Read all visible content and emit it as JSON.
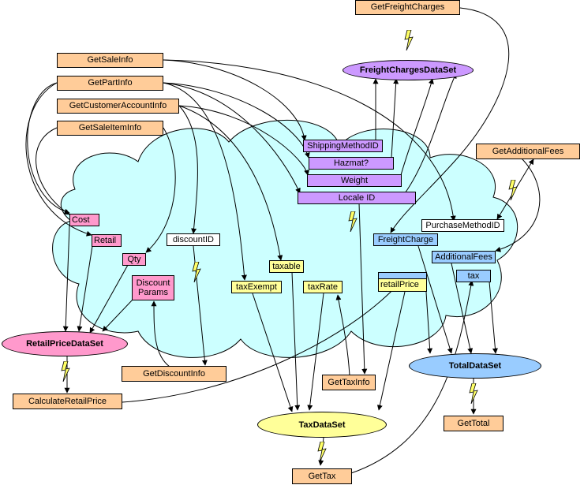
{
  "colors": {
    "service": "#ffcc99",
    "retail_field": "#ff99cc",
    "freight_field": "#cc99ff",
    "total_field": "#99ccff",
    "tax_field": "#ffff99",
    "cloud": "#ccffff",
    "lightning": "#ffff66"
  },
  "services": {
    "get_freight_charges": "GetFreightCharges",
    "get_sale_info": "GetSaleInfo",
    "get_part_info": "GetPartInfo",
    "get_customer_account_info": "GetCustomerAccountInfo",
    "get_sale_item_info": "GetSaleItemInfo",
    "get_additional_fees": "GetAdditionalFees",
    "get_discount_info": "GetDiscountInfo",
    "get_tax_info": "GetTaxInfo",
    "calculate_retail_price": "CalculateRetailPrice",
    "get_total": "GetTotal",
    "get_tax": "GetTax"
  },
  "datasets": {
    "freight": "FreightChargesDataSet",
    "retail": "RetailPriceDataSet",
    "total": "TotalDataSet",
    "tax": "TaxDataSet"
  },
  "fields": {
    "shipping_method_id": "ShippingMethodID",
    "hazmat": "Hazmat?",
    "weight": "Weight",
    "locale_id": "Locale ID",
    "cost": "Cost",
    "retail": "Retail",
    "qty": "Qty",
    "discount_id": "discountID",
    "discount_params": "Discount Params",
    "purchase_method_id": "PurchaseMethodID",
    "freight_charge": "FreightCharge",
    "additional_fees": "AdditionalFees",
    "tax": "tax",
    "taxable": "taxable",
    "tax_exempt": "taxExempt",
    "tax_rate": "taxRate",
    "retail_price": "retailPrice"
  }
}
